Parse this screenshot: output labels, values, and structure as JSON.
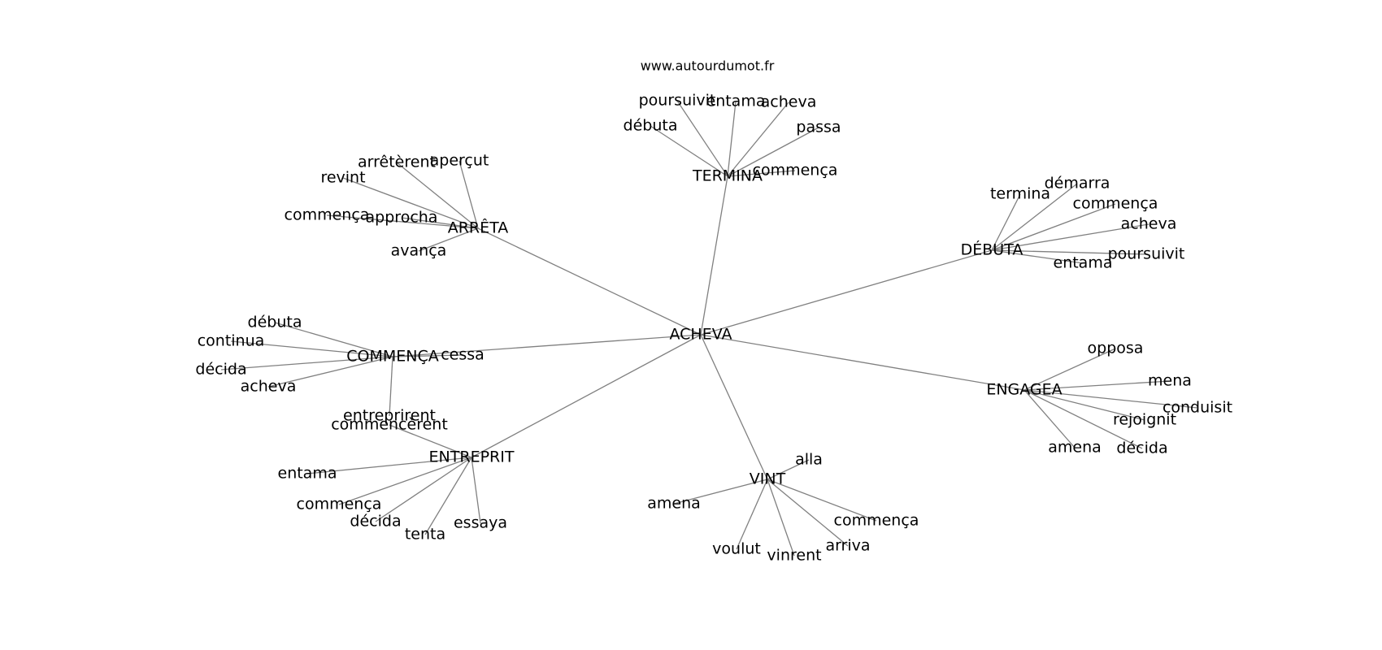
{
  "watermark": "www.autourdumot.fr",
  "colors": {
    "edge": "#808080",
    "text": "#000000",
    "background": "#ffffff"
  },
  "graph": {
    "center": "ACHEVA",
    "hubs": [
      {
        "id": "termina",
        "label": "TERMINA",
        "leaves": [
          "poursuivit",
          "entama",
          "acheva",
          "débuta",
          "passa",
          "commença"
        ]
      },
      {
        "id": "arreta",
        "label": "ARRÊTA",
        "leaves": [
          "arrêtèrent",
          "aperçut",
          "revint",
          "commença",
          "approcha",
          "avança"
        ]
      },
      {
        "id": "debuta",
        "label": "DÉBUTA",
        "leaves": [
          "termina",
          "démarra",
          "commença",
          "acheva",
          "poursuivit",
          "entama"
        ]
      },
      {
        "id": "commenca",
        "label": "COMMENÇA",
        "leaves": [
          "débuta",
          "continua",
          "décida",
          "acheva",
          "cessa",
          "entreprirent"
        ]
      },
      {
        "id": "engagea",
        "label": "ENGAGEA",
        "leaves": [
          "opposa",
          "mena",
          "conduisit",
          "rejoignit",
          "amena",
          "décida"
        ]
      },
      {
        "id": "entreprit",
        "label": "ENTREPRIT",
        "leaves": [
          "commencèrent",
          "entama",
          "commença",
          "décida",
          "tenta",
          "essaya"
        ]
      },
      {
        "id": "vint",
        "label": "VINT",
        "leaves": [
          "alla",
          "amena",
          "commença",
          "voulut",
          "vinrent",
          "arriva"
        ]
      }
    ]
  }
}
